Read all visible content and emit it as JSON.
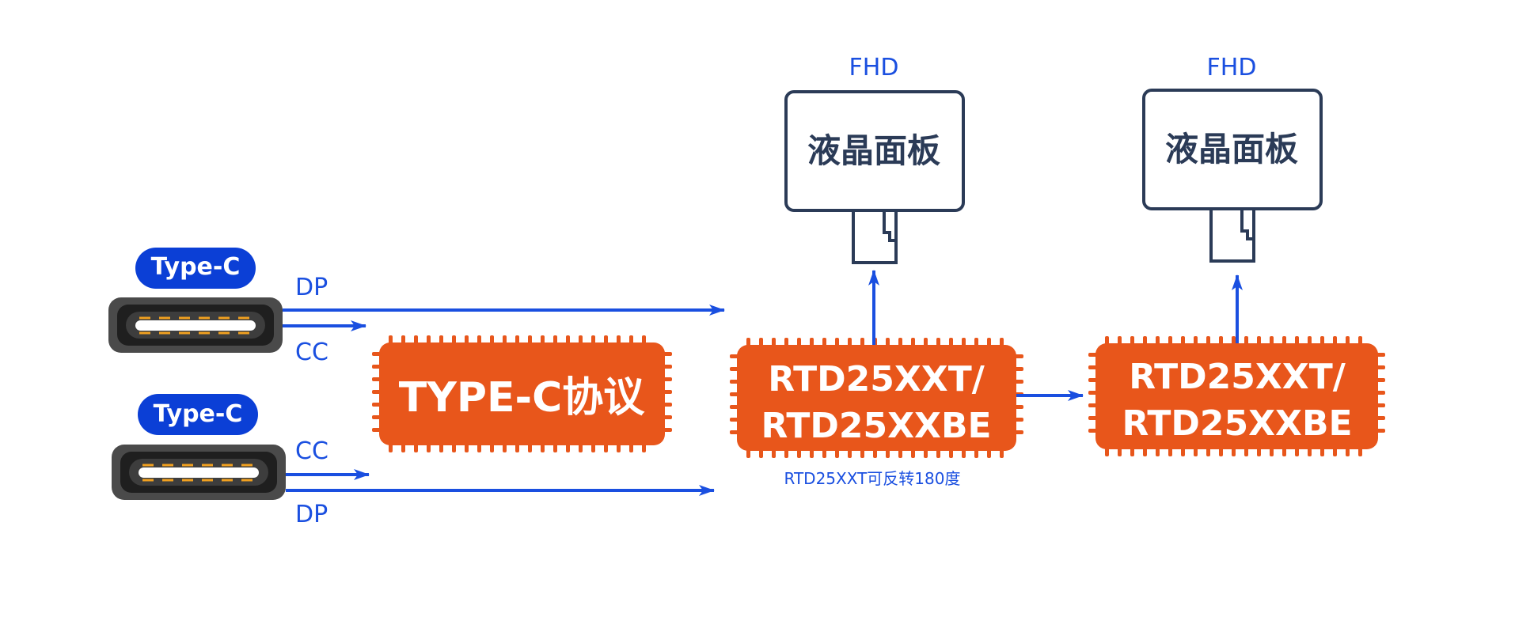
{
  "connectors": [
    {
      "label": "Type-C",
      "top_signal": "DP",
      "bottom_signal": "CC"
    },
    {
      "label": "Type-C",
      "top_signal": "CC",
      "bottom_signal": "DP"
    }
  ],
  "protocol_chip": {
    "label": "TYPE-C协议"
  },
  "scaler_chips": [
    {
      "line1": "RTD25XXT/",
      "line2": "RTD25XXBE",
      "note": "RTD25XXT可反转180度"
    },
    {
      "line1": "RTD25XXT/",
      "line2": "RTD25XXBE"
    }
  ],
  "panels": [
    {
      "resolution": "FHD",
      "label": "液晶面板"
    },
    {
      "resolution": "FHD",
      "label": "液晶面板"
    }
  ],
  "colors": {
    "arrow": "#1a4fe0",
    "chip": "#e8561b",
    "pill": "#0b3fd6",
    "panel_stroke": "#2b3b57",
    "connector_body": "#4a4a4a",
    "pin": "#f0a020"
  }
}
